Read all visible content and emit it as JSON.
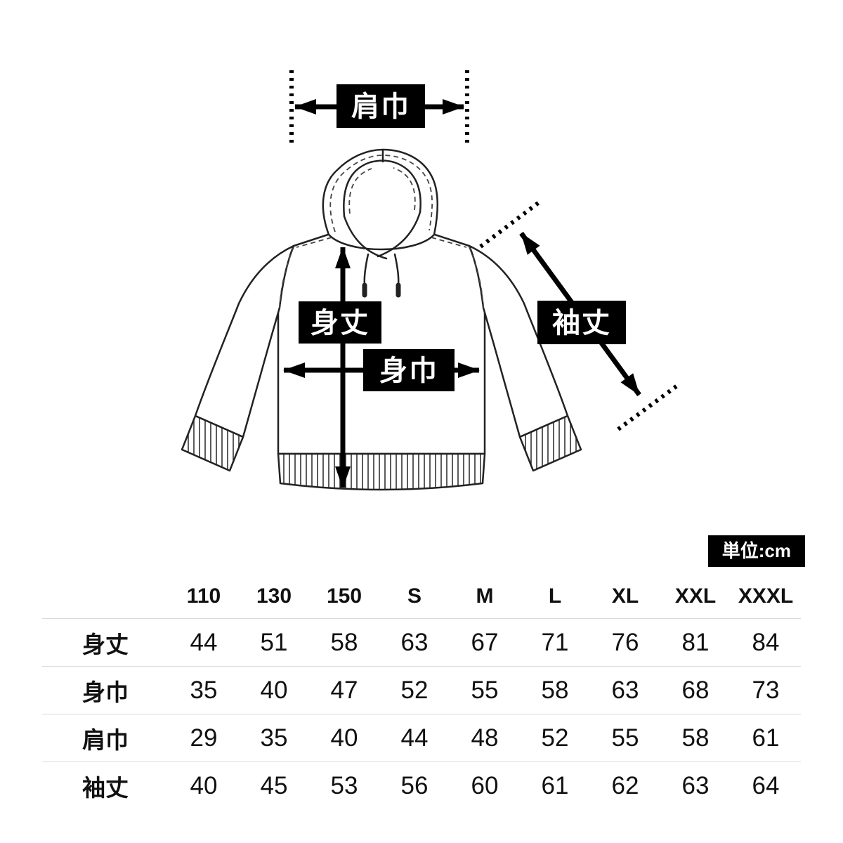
{
  "unit_badge": "単位:cm",
  "colors": {
    "label_box": "#000000",
    "label_text": "#ffffff",
    "line_art": "#222222",
    "divider": "#dadada",
    "ink": "#111111"
  },
  "diagram": {
    "shoulder_width_label": "肩巾",
    "body_length_label": "身丈",
    "body_width_label": "身巾",
    "sleeve_length_label": "袖丈"
  },
  "size_table": {
    "columns": [
      "110",
      "130",
      "150",
      "S",
      "M",
      "L",
      "XL",
      "XXL",
      "XXXL"
    ],
    "rows": [
      {
        "label": "身丈",
        "values": [
          "44",
          "51",
          "58",
          "63",
          "67",
          "71",
          "76",
          "81",
          "84"
        ]
      },
      {
        "label": "身巾",
        "values": [
          "35",
          "40",
          "47",
          "52",
          "55",
          "58",
          "63",
          "68",
          "73"
        ]
      },
      {
        "label": "肩巾",
        "values": [
          "29",
          "35",
          "40",
          "44",
          "48",
          "52",
          "55",
          "58",
          "61"
        ]
      },
      {
        "label": "袖丈",
        "values": [
          "40",
          "45",
          "53",
          "56",
          "60",
          "61",
          "62",
          "63",
          "64"
        ]
      }
    ]
  }
}
